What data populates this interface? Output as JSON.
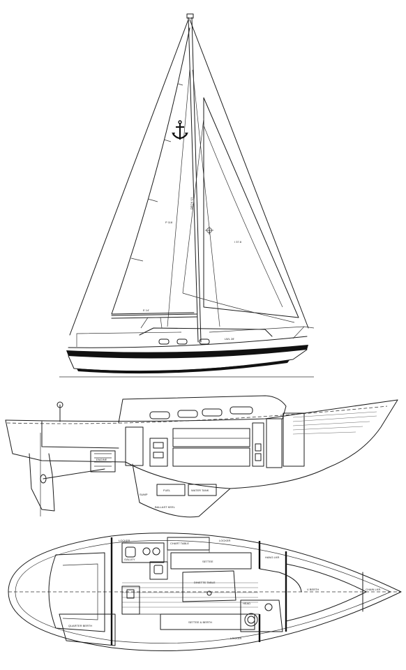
{
  "drawing": {
    "views": [
      "sail-plan",
      "inboard-profile",
      "accommodation-plan"
    ]
  },
  "sail_plan": {
    "labels": {
      "mainsail_area": "P 118",
      "headsail_area": "I 37.8",
      "lwl": "LWL 28'",
      "boom": "E 14'",
      "mast_note": "DECK ST."
    }
  },
  "profile": {
    "labels": {
      "engine": "ENGINE",
      "sump": "SUMP",
      "fuel": "FUEL",
      "water_tank": "WATER TANK",
      "ballast": "BALLAST KEEL"
    }
  },
  "plan": {
    "labels": {
      "locker_aft": "LOCKER",
      "chart_table": "CHART TABLE",
      "locker_fwd": "LOCKER",
      "settee": "SETTEE",
      "dinette_table": "DINETTE TABLE",
      "settee_berth": "SETTEE & BERTH",
      "galley": "GALLEY",
      "quarter_berth": "QUARTER BERTH",
      "head": "HEAD",
      "vberth": "V BERTH",
      "chain_locker": "CHAIN LKR",
      "lockers_bottom": "LOCKER",
      "hang_locker": "HANG LKR"
    }
  }
}
